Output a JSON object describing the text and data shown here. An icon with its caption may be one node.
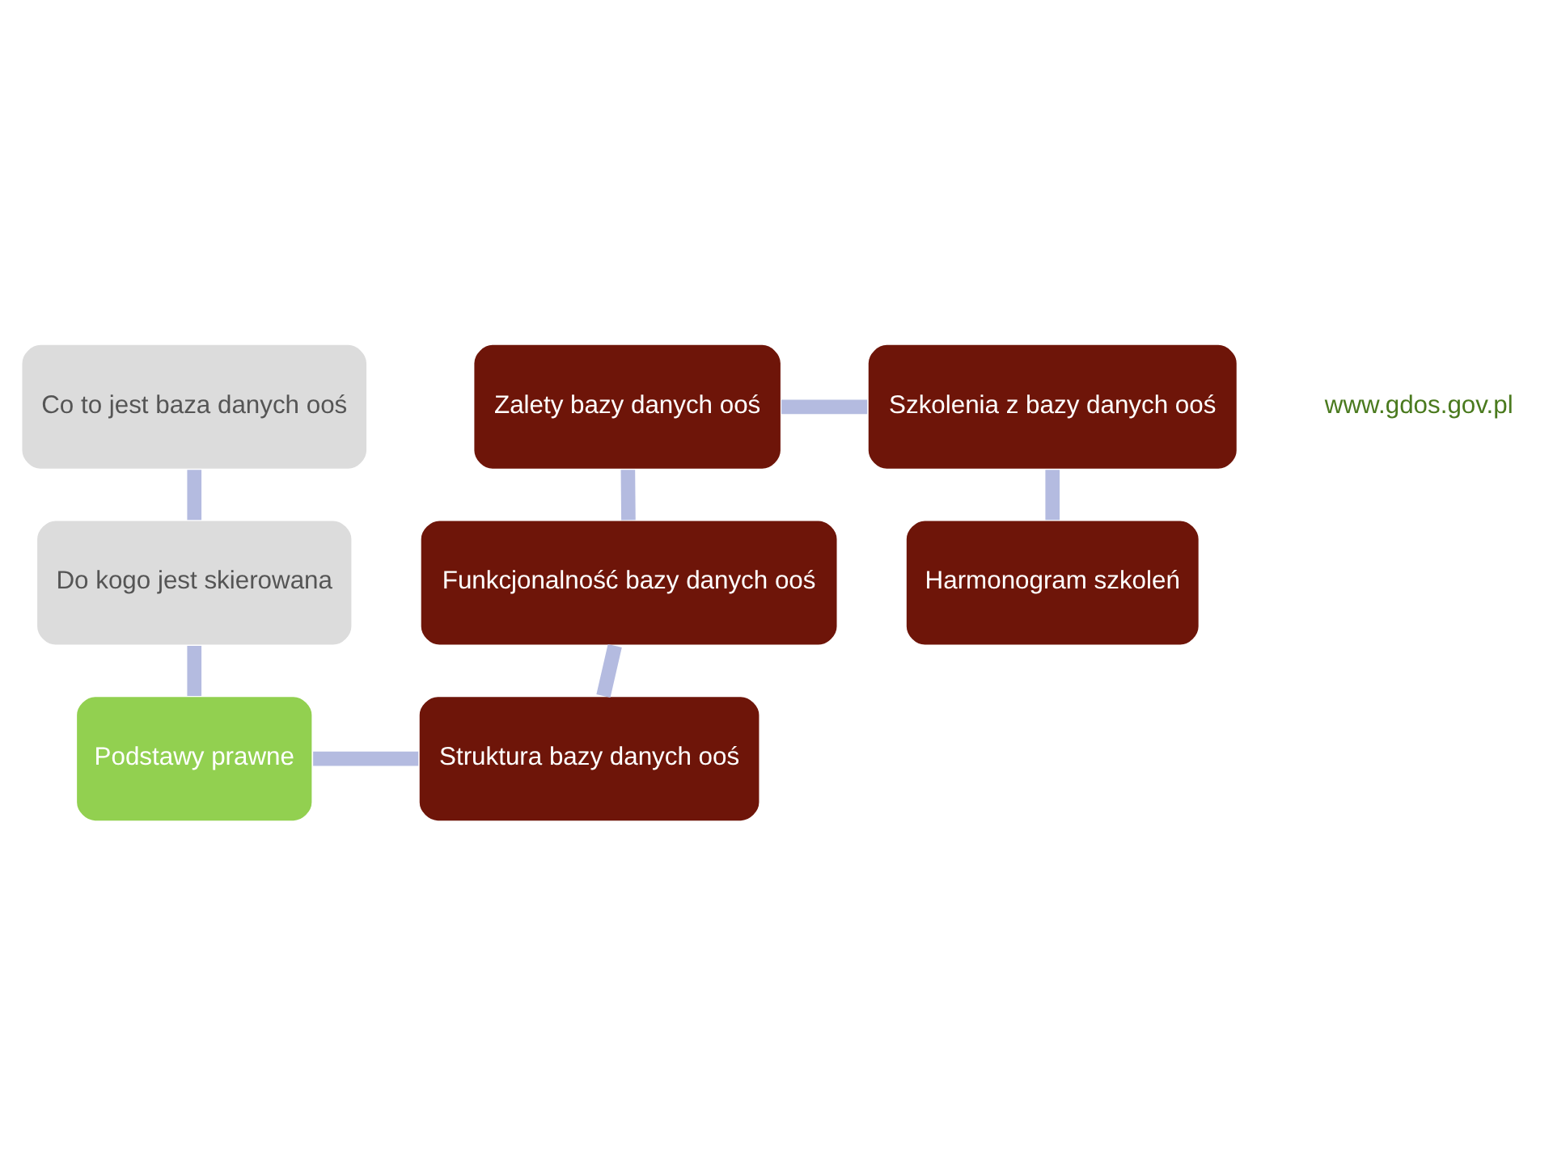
{
  "diagram": {
    "nodes": [
      {
        "text": [
          "Co to jest baza danych ooś"
        ]
      },
      {
        "text": [
          "Do kogo jest skierowana"
        ]
      },
      {
        "text": [
          "Podstawy prawne"
        ]
      },
      {
        "text": [
          "Struktura bazy danych ooś"
        ]
      },
      {
        "text": [
          "Funkcjonalność bazy danych ooś"
        ]
      },
      {
        "text": [
          "Zalety bazy danych ooś"
        ]
      },
      {
        "text": [
          "Szkolenia z bazy danych ooś"
        ]
      },
      {
        "text": [
          "Harmonogram szkoleń"
        ]
      }
    ],
    "edges": [
      {
        "from": 0,
        "to": 1,
        "arrow": "none"
      },
      {
        "from": 1,
        "to": 2,
        "arrow": "none"
      },
      {
        "from": 2,
        "to": 3,
        "arrow": "none"
      },
      {
        "from": 3,
        "to": 4,
        "arrow": "none"
      },
      {
        "from": 4,
        "to": 5,
        "arrow": "none"
      },
      {
        "from": 5,
        "to": 6,
        "arrow": "none"
      },
      {
        "from": 6,
        "to": 7,
        "arrow": "none"
      }
    ],
    "labels": [
      "www.gdos.gov.pl"
    ]
  }
}
